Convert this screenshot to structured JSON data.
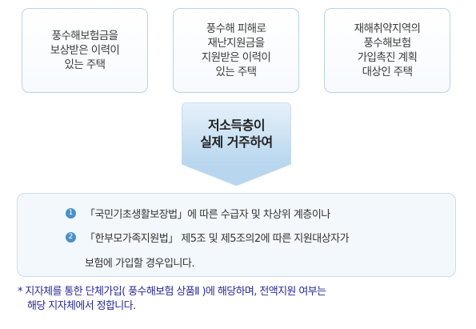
{
  "eligibility_boxes": [
    {
      "lines": [
        "풍수해보험금을",
        "보상받은 이력이",
        "있는 주택"
      ]
    },
    {
      "lines": [
        "풍수해 피해로",
        "재난지원금을",
        "지원받은 이력이",
        "있는 주택"
      ]
    },
    {
      "lines": [
        "재해취약지역의",
        "풍수해보험",
        "가입촉진 계획",
        "대상인 주택"
      ]
    }
  ],
  "condition": {
    "lines": [
      "저소득층이",
      "실제 거주하여"
    ]
  },
  "criteria": {
    "items": [
      {
        "number": "1",
        "lines": [
          "「국민기초생활보장법」에 따른 수급자 및 차상위 계층이나"
        ]
      },
      {
        "number": "2",
        "lines": [
          "「한부모가족지원법」 제5조 및 제5조의2에 따른 지원대상자가",
          "보험에 가입할 경우입니다."
        ]
      }
    ]
  },
  "footnote": {
    "lines": [
      "* 지자체를 통한 단체가입( 풍수해보험 상품Ⅱ )에 해당하며, 전액지원 여부는",
      "해당 지자체에서 정합니다."
    ]
  },
  "colors": {
    "accent": "#4a90c8",
    "footnote": "#27299a",
    "box_border": "#b9d2e4"
  }
}
